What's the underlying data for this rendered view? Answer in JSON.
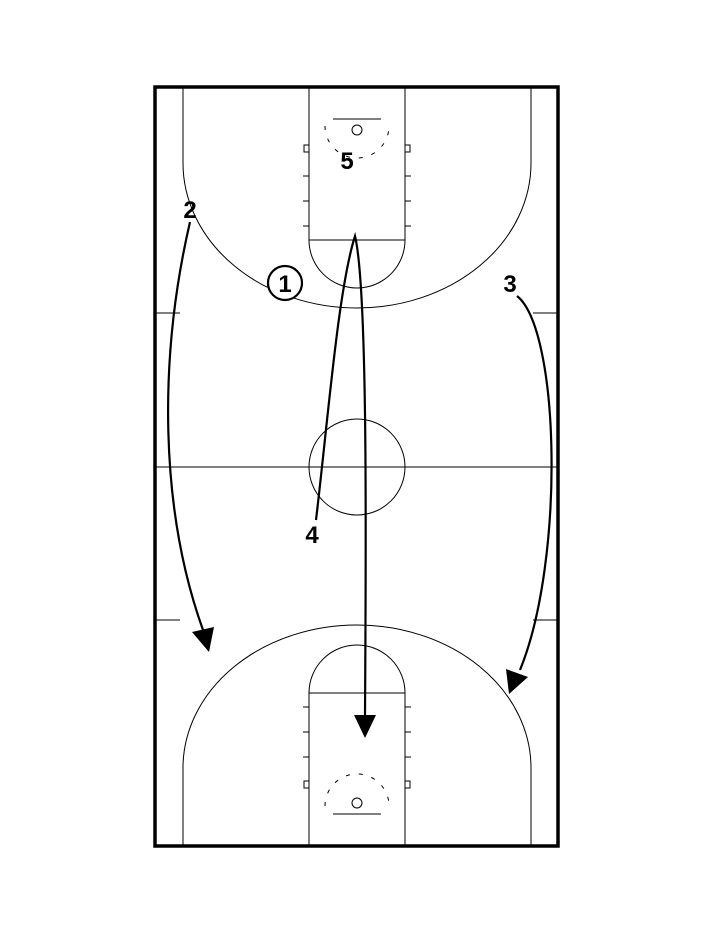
{
  "players": {
    "p1": {
      "label": "1"
    },
    "p2": {
      "label": "2"
    },
    "p3": {
      "label": "3"
    },
    "p4": {
      "label": "4"
    },
    "p5": {
      "label": "5"
    }
  },
  "colors": {
    "ink": "#000000",
    "background": "#ffffff"
  }
}
